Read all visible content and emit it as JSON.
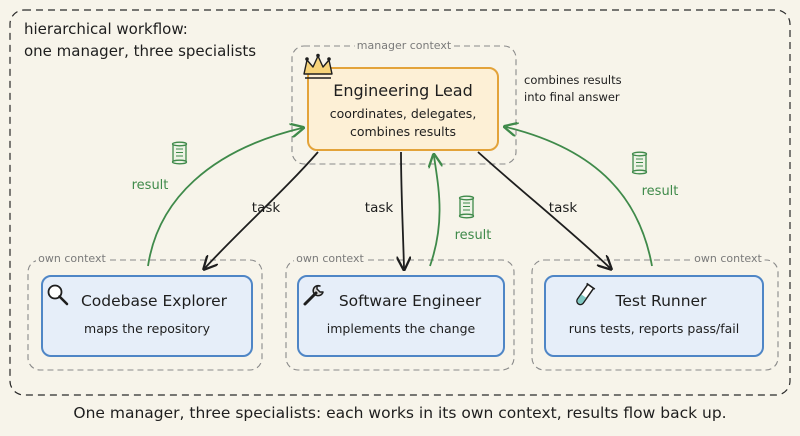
{
  "header": {
    "line1": "hierarchical workflow:",
    "line2": "one manager, three specialists"
  },
  "manager": {
    "context_label": "manager context",
    "title": "Engineering Lead",
    "desc_line1": "coordinates, delegates,",
    "desc_line2": "combines results",
    "note_line1": "combines results",
    "note_line2": "into final answer"
  },
  "edges": {
    "task_label": "task",
    "result_label": "result"
  },
  "workers": [
    {
      "context_label": "own context",
      "title": "Codebase Explorer",
      "desc": "maps the repository",
      "icon": "magnifier-icon"
    },
    {
      "context_label": "own context",
      "title": "Software Engineer",
      "desc": "implements the change",
      "icon": "wrench-icon"
    },
    {
      "context_label": "own context",
      "title": "Test Runner",
      "desc": "runs tests, reports pass/fail",
      "icon": "test-tube-icon"
    }
  ],
  "footer": {
    "caption": "One manager, three specialists: each works in its own context, results flow back up."
  },
  "colors": {
    "background": "#f7f4ea",
    "manager_fill": "#fdf0d6",
    "manager_stroke": "#e3a33a",
    "worker_fill": "#e6eef9",
    "worker_stroke": "#4f86c6",
    "result_green": "#3f8a4a",
    "task_black": "#1e1e1e",
    "context_dash": "#8a8a8a"
  }
}
